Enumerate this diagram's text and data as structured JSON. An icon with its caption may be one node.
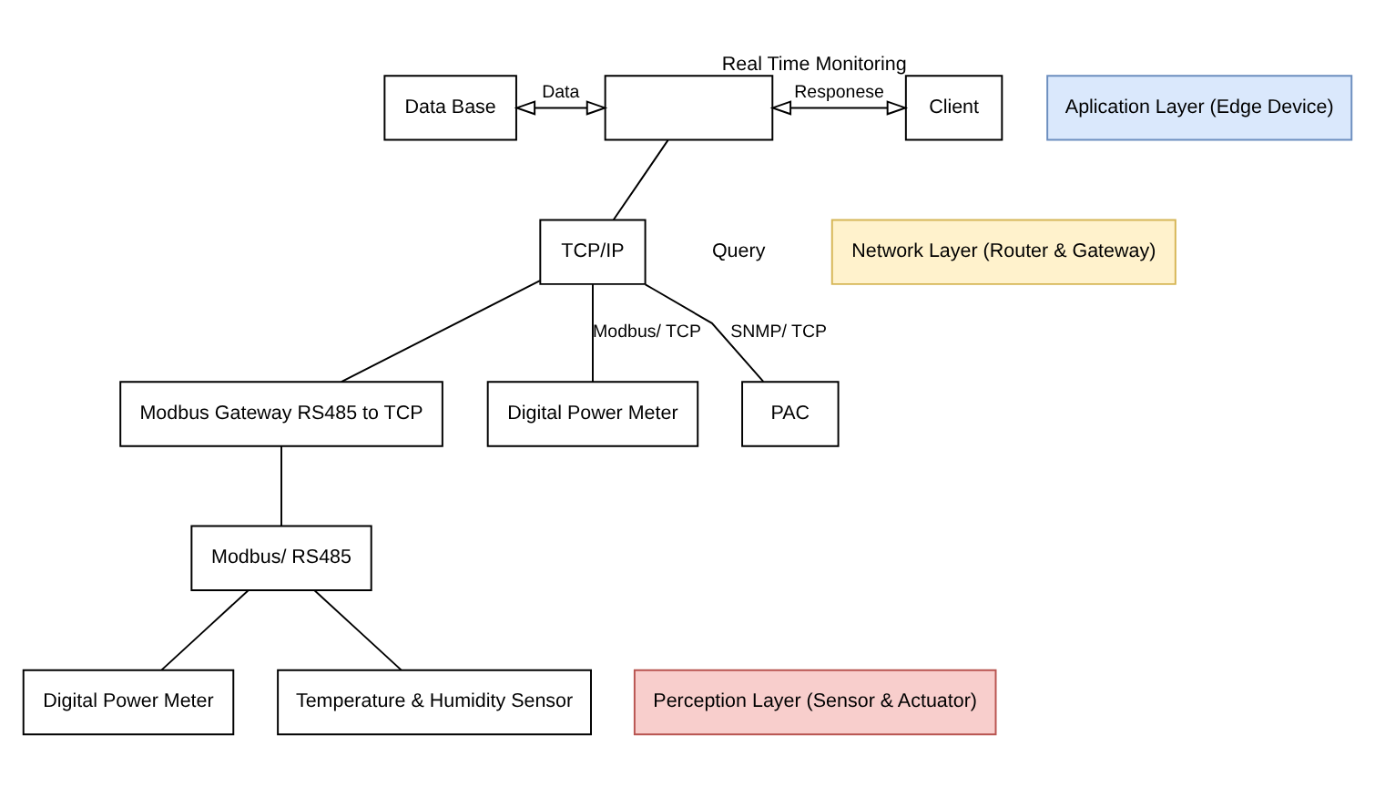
{
  "diagram": {
    "nodes": [
      {
        "text": [
          "Data Base"
        ]
      },
      {
        "text": [],
        "shape": "box"
      },
      {
        "text": [
          "Client"
        ],
        "beside": [
          "Real Time Monitoring"
        ]
      },
      {
        "text": [
          "Aplication Layer (Edge Device)"
        ]
      },
      {
        "text": [
          "TCP/IP"
        ]
      },
      {
        "text": [
          "Network Layer (Router & Gateway)"
        ]
      },
      {
        "text": [
          "Modbus Gateway RS485 to TCP"
        ]
      },
      {
        "text": [
          "Modbus/ RS485"
        ]
      },
      {
        "text": [
          "Digital Power Meter"
        ]
      },
      {
        "text": [
          "Temperature & Humidity Sensor"
        ]
      },
      {
        "text": [
          "Digital Power Meter"
        ]
      },
      {
        "text": [
          "PAC"
        ]
      },
      {
        "text": [
          "Perception Layer (Sensor & Actuator)"
        ]
      }
    ],
    "edges": [
      {
        "from": 0,
        "to": 1,
        "arrow": "both",
        "label": "Data"
      },
      {
        "from": 1,
        "to": 2,
        "arrow": "both",
        "label": "Responese"
      },
      {
        "from": 1,
        "to": 4,
        "arrow": "none"
      },
      {
        "from": 4,
        "to": 6,
        "arrow": "none"
      },
      {
        "from": 4,
        "to": 10,
        "arrow": "none",
        "label": "Modbus/ TCP"
      },
      {
        "from": 4,
        "to": 11,
        "arrow": "none",
        "label": "SNMP/ TCP"
      },
      {
        "from": 6,
        "to": 7,
        "arrow": "none"
      },
      {
        "from": 7,
        "to": 8,
        "arrow": "none"
      },
      {
        "from": 7,
        "to": 9,
        "arrow": "none"
      }
    ],
    "labels": [
      "Query"
    ]
  }
}
